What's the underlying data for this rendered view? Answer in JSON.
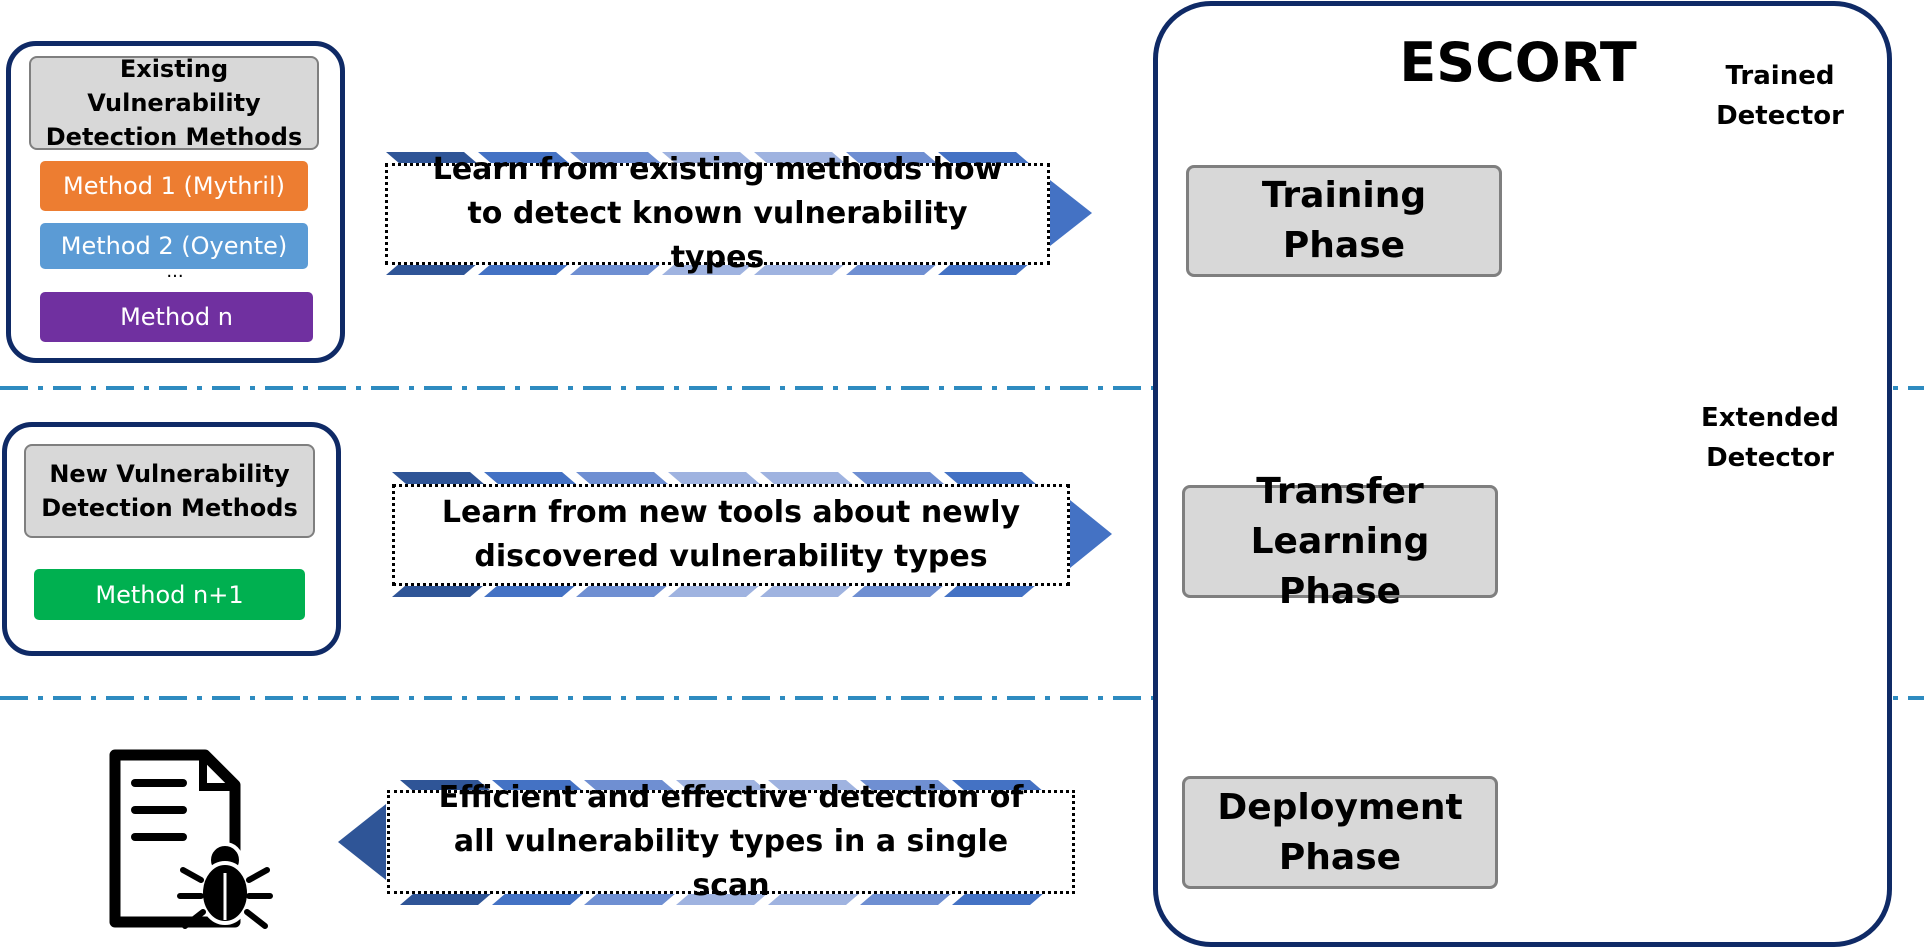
{
  "existing": {
    "title": "Existing Vulnerability Detection Methods",
    "methods": [
      "Method 1 (Mythril)",
      "Method 2 (Oyente)",
      "Method n"
    ],
    "ellipsis": "...",
    "method_colors": [
      "#ed7d31",
      "#5b9bd5",
      "#7030a0"
    ]
  },
  "new_methods": {
    "title": "New Vulnerability Detection Methods",
    "method": "Method n+1",
    "method_color": "#00b050"
  },
  "banners": [
    "Learn from existing methods how to detect known vulnerability types",
    "Learn from new tools about newly discovered vulnerability types",
    "Efficient and effective detection of all vulnerability types in a single scan"
  ],
  "escort": {
    "title": "ESCORT",
    "phases": [
      "Training Phase",
      "Transfer Learning Phase",
      "Deployment Phase"
    ],
    "trained_detector": "Trained Detector",
    "extended_detector": "Extended Detector"
  },
  "colors": {
    "navy": "#0f2a66",
    "divider": "#2e8bc0",
    "node_blue": "#4472c4",
    "node_cyan": "#00b0f0",
    "node_green": "#00b050",
    "node_yellow": "#ffc000",
    "node_grey": "#a6a6a6"
  }
}
